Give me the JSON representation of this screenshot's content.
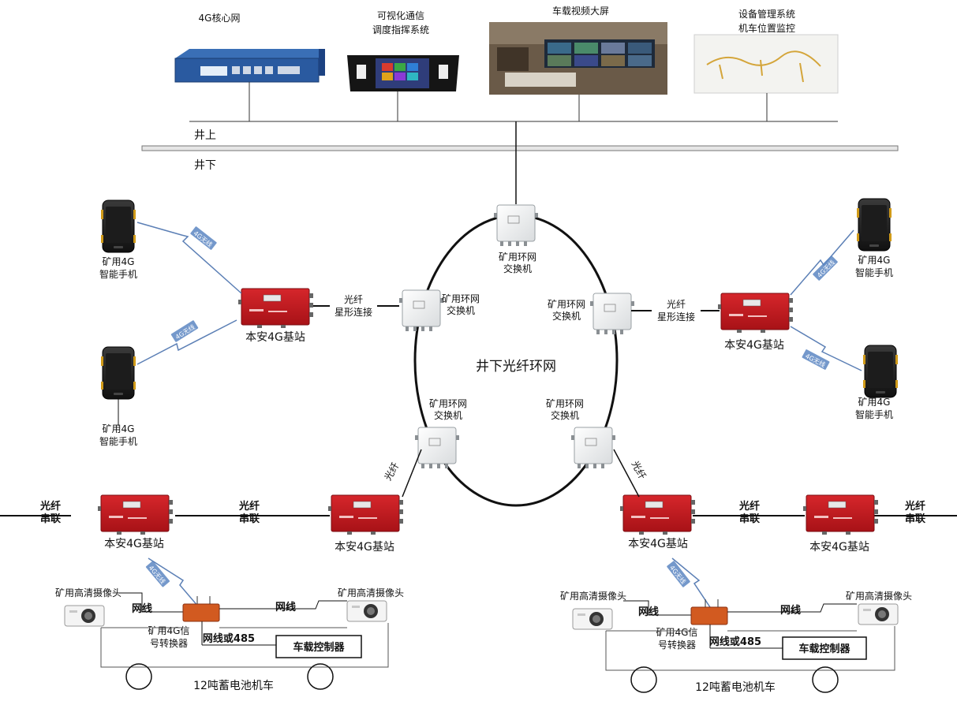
{
  "top": {
    "core_label": "4G核心网",
    "dispatch_label_1": "可视化通信",
    "dispatch_label_2": "调度指挥系统",
    "screen_label": "车载视频大屏",
    "mgmt_label_1": "设备管理系统",
    "mgmt_label_2": "机车位置监控",
    "above_label": "井上",
    "below_label": "井下"
  },
  "ring": {
    "center_label": "井下光纤环网",
    "switch_label_1": "矿用环网",
    "switch_label_2": "交换机"
  },
  "base_station_label": "本安4G基站",
  "phone_label_1": "矿用4G",
  "phone_label_2": "智能手机",
  "wireless_badge": "4G无线",
  "fiber_star_1": "光纤",
  "fiber_star_2": "星形连接",
  "fiber_chain_1": "光纤",
  "fiber_chain_2": "串联",
  "fiber_diag": "光纤",
  "vehicle": {
    "camera_label": "矿用高清摄像头",
    "net_cable": "网线",
    "converter_1": "矿用4G信",
    "converter_2": "号转换器",
    "net_485": "网线或485",
    "controller": "车载控制器",
    "loco_label": "12吨蓄电池机车"
  },
  "colors": {
    "station_red": "#c8191e",
    "line": "#111111",
    "wireless": "#5b7fb5",
    "badge_bg": "#5c86c2"
  }
}
